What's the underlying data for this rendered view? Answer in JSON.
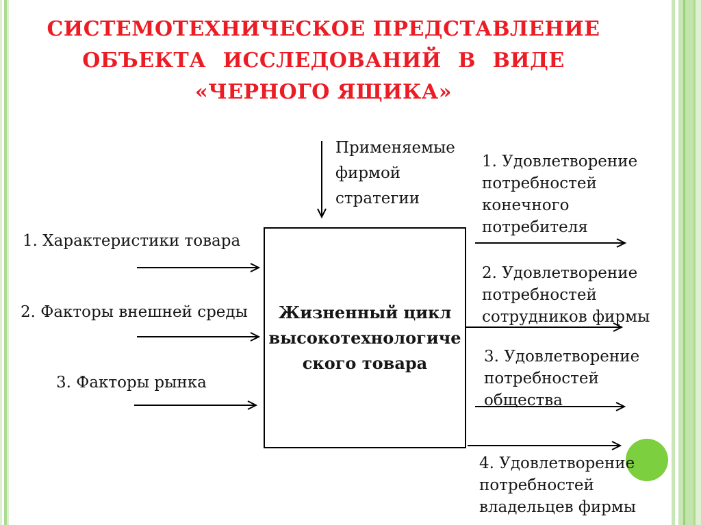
{
  "theme": {
    "title_red": "#ec1c24",
    "text_black": "#161616",
    "line_black": "#000000",
    "circle_green": "#7ccf3f",
    "stripe_dark": "#9bd278",
    "stripe_mid": "#aedb92",
    "stripe_mid2": "#c3e4ad",
    "stripe_pale": "#c9e7b6",
    "stripe_xpale": "#ddf0d2"
  },
  "title": {
    "lines": [
      "СИСТЕМОТЕХНИЧЕСКОЕ ПРЕДСТАВЛЕНИЕ",
      "ОБЪЕКТА ИССЛЕДОВАНИЙ В ВИДЕ",
      "«ЧЕРНОГО ЯЩИКА»"
    ]
  },
  "diagram": {
    "top_input": {
      "label": "Применяемые\nфирмой\nстратегии"
    },
    "black_box": {
      "label": "Жизненный цикл\nвысокотехнологиче\nского товара"
    },
    "inputs": [
      {
        "label": "1. Характеристики товара"
      },
      {
        "label": "2. Факторы внешней среды"
      },
      {
        "label": "3. Факторы рынка"
      }
    ],
    "outputs": [
      {
        "label": "1. Удовлетворение\nпотребностей\nконечного\nпотребителя"
      },
      {
        "label": "2. Удовлетворение\nпотребностей\nсотрудников фирмы"
      },
      {
        "label": "3. Удовлетворение\nпотребностей\nобщества"
      },
      {
        "label": "4. Удовлетворение\nпотребностей\nвладельцев фирмы"
      }
    ]
  }
}
